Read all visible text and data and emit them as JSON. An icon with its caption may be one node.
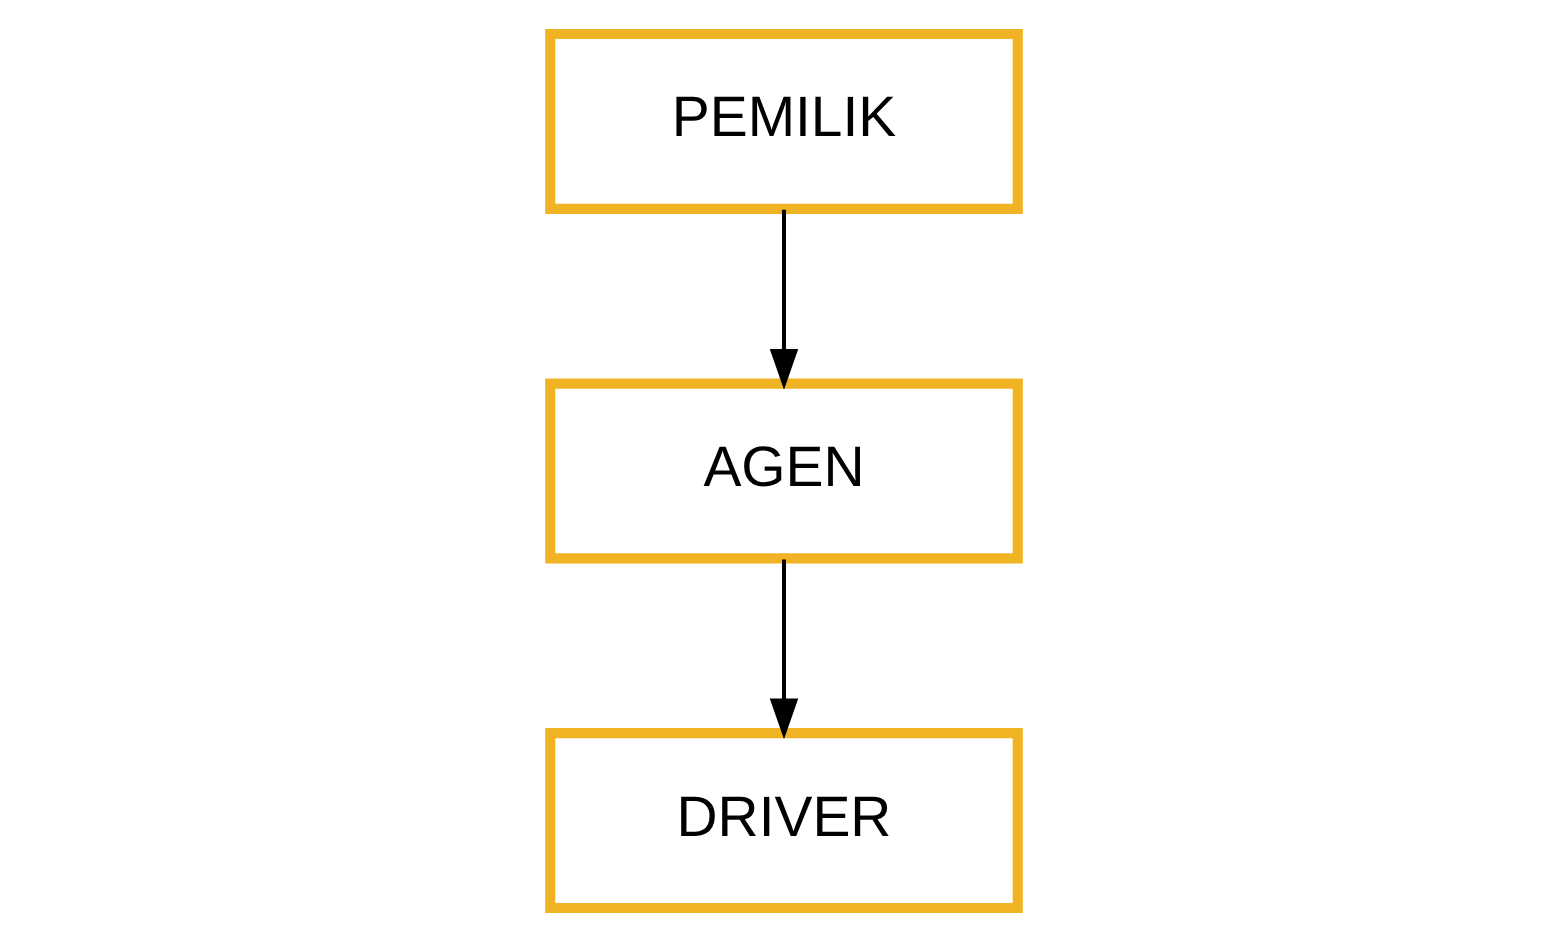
{
  "diagram": {
    "nodes": [
      {
        "text": [
          "PEMILIK"
        ]
      },
      {
        "text": [
          "AGEN"
        ]
      },
      {
        "text": [
          "DRIVER"
        ]
      }
    ],
    "edges": [
      {
        "from": 0,
        "to": 1,
        "arrow": "to"
      },
      {
        "from": 1,
        "to": 2,
        "arrow": "to"
      }
    ]
  }
}
